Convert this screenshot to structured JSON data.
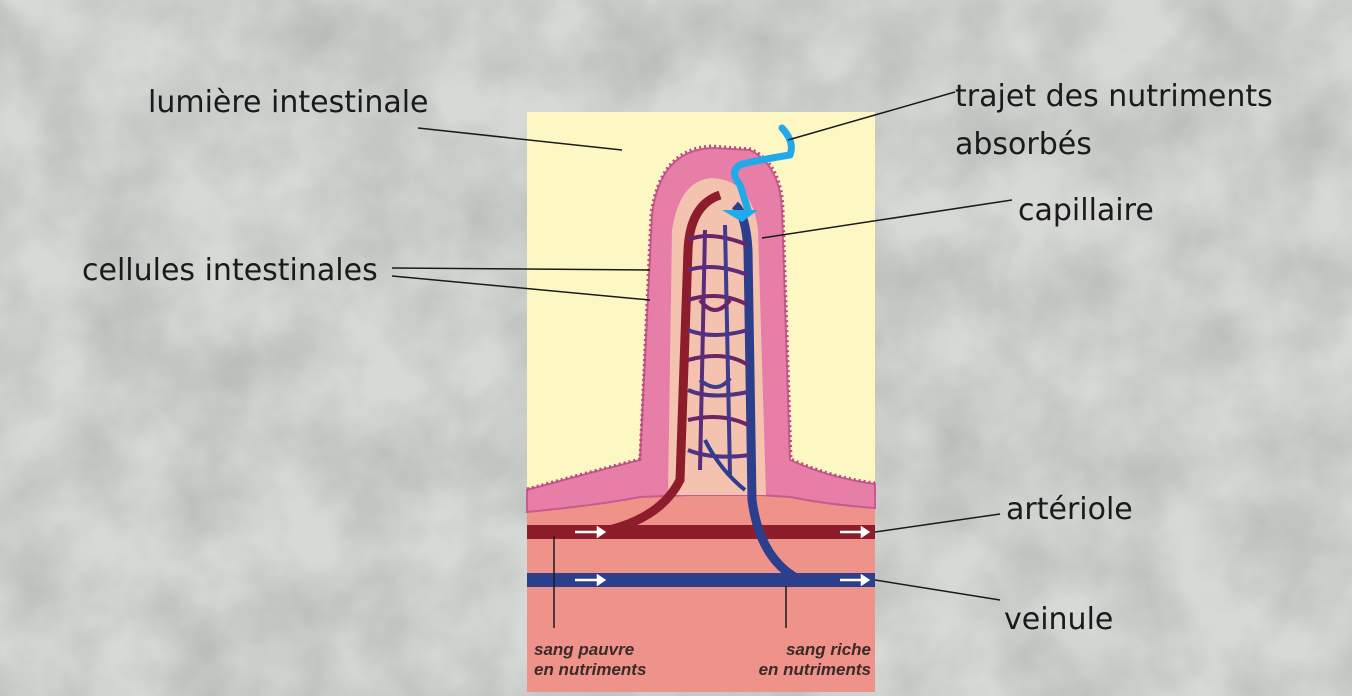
{
  "colors": {
    "background": "#d3d6d2",
    "panel": "#fdf7c3",
    "tissue": "#e67fa6",
    "core": "#f4c3b0",
    "artery": "#8e1d2c",
    "vein": "#2b3f8c",
    "path": "#21a9ea",
    "submucosa": "#ec8f84"
  },
  "labels": {
    "lumen": "lumière intestinale",
    "path_line1": "trajet des nutriments",
    "path_line2": "absorbés",
    "capillary": "capillaire",
    "cells": "cellules intestinales",
    "arteriole": "artériole",
    "venule": "veinule"
  },
  "captions": {
    "poor_line1": "sang pauvre",
    "poor_line2": "en nutriments",
    "rich_line1": "sang riche",
    "rich_line2": "en nutriments"
  }
}
